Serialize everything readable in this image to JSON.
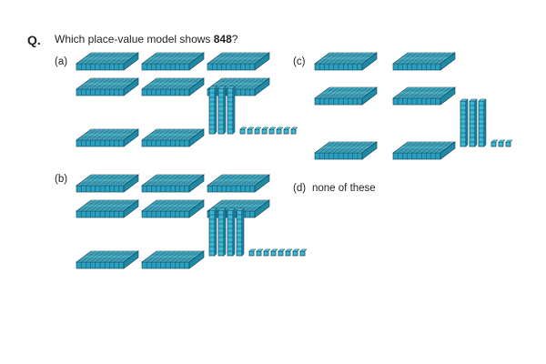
{
  "question": {
    "marker": "Q.",
    "prefix": "Which place-value model shows ",
    "number": "848",
    "suffix": "?"
  },
  "options": [
    {
      "id": "a",
      "label": "(a)",
      "hundreds": 8,
      "tens": 3,
      "ones": 8
    },
    {
      "id": "b",
      "label": "(b)",
      "hundreds": 8,
      "tens": 4,
      "ones": 8
    },
    {
      "id": "c",
      "label": "(c)",
      "hundreds": 6,
      "tens": 3,
      "ones": 3
    },
    {
      "id": "d",
      "label": "(d)",
      "text": "none of these"
    }
  ],
  "colors": {
    "block_top": "#5fd0e8",
    "block_side": "#1f8aa6",
    "block_front": "#2aa0bf",
    "grid_line": "#0c3f52",
    "cube_face": "#3bb9d6"
  }
}
